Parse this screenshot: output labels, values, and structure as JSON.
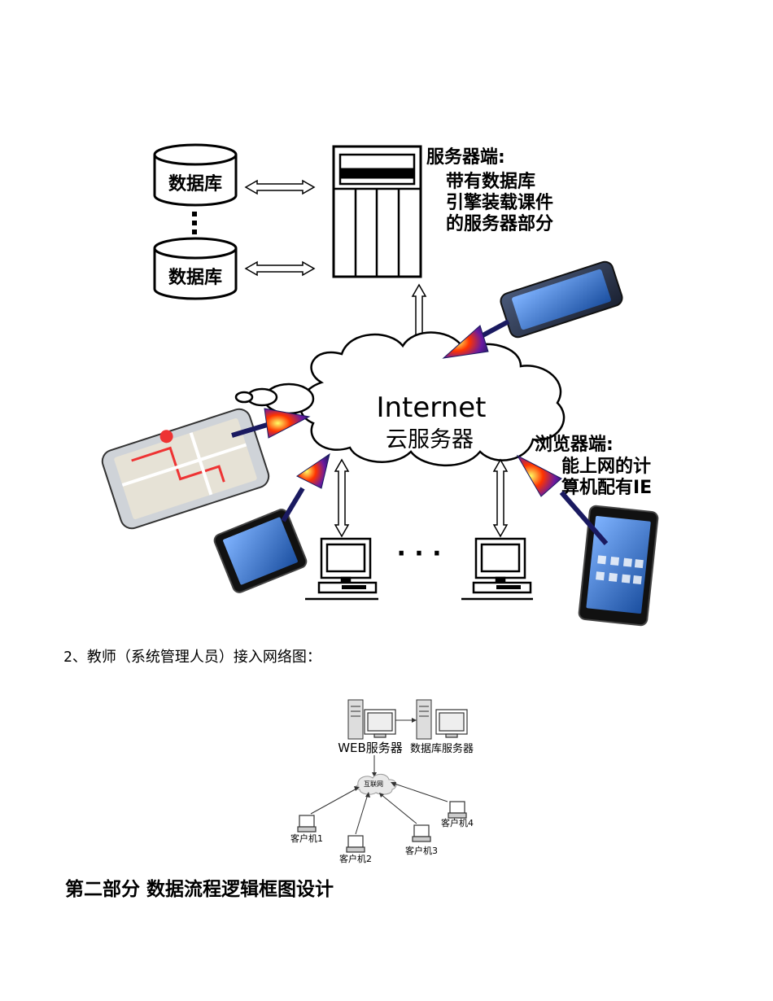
{
  "diagram1": {
    "db_label_1": "数据库",
    "db_label_2": "数据库",
    "server_title": "服务器端:",
    "server_desc": [
      "带有数据库",
      "引擎装载课件",
      "的服务器部分"
    ],
    "cloud_title": "Internet",
    "cloud_subtitle": "云服务器",
    "browser_title": "浏览器端:",
    "browser_desc": [
      "能上网的计",
      "算机配有IE"
    ],
    "ellipsis": "· · ·"
  },
  "section2_label": "2、教师（系统管理人员）接入网络图：",
  "diagram2": {
    "web_server_label": "WEB服务器",
    "db_server_label": "数据库服务器",
    "cloud_label": "互联网",
    "clients": [
      "客户机1",
      "客户机2",
      "客户机3",
      "客户机4"
    ]
  },
  "part2_heading": "第二部分  数据流程逻辑框图设计",
  "colors": {
    "stroke": "#000000",
    "background": "#ffffff",
    "phone_dark": "#1a1a1a",
    "screen_blue": "#3a7bd5"
  }
}
